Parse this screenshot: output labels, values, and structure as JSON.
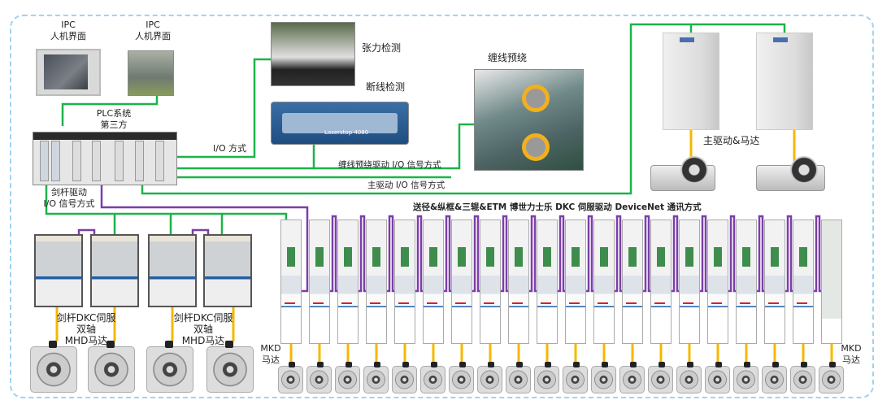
{
  "labels": {
    "ipc1": "IPC\n人机界面",
    "ipc2": "IPC\n人机界面",
    "plc": "PLC系统\n第三方",
    "tension": "张力检测",
    "break_detect": "断线检测",
    "winder": "缠线预绕",
    "main_drive": "主驱动&马达",
    "io_mode": "I/O 方式",
    "winder_io": "缠线预绕驱动 I/O 信号方式",
    "main_io": "主驱动 I/O 信号方式",
    "rapier_io": "剑杆驱动\nI/O 信号方式",
    "devicenet": "送径&纵框&三辊&ETM 博世力士乐  DKC 伺服驱动 DeviceNet 通讯方式",
    "rapier_group1": "剑杆DKC伺服\n双轴\nMHD马达",
    "rapier_group2": "剑杆DKC伺服\n双轴\nMHD马达",
    "mkd_left": "MKD\n马达",
    "mkd_right": "MKD\n马达",
    "laser_brand": "Laserstop 4080"
  },
  "counts": {
    "dkc_drives": 20,
    "mkd_motors": 20
  },
  "colors": {
    "io_wire": "#1db34a",
    "devicenet_wire": "#7b3fa8",
    "motor_cable": "#f5b800",
    "frame": "#9fd3f5"
  }
}
